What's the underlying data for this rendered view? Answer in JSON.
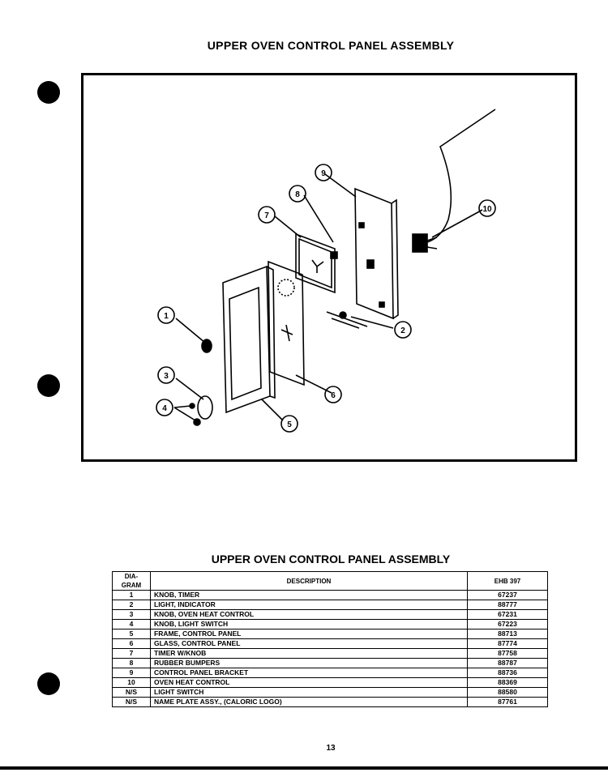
{
  "page": {
    "title": "UPPER OVEN CONTROL PANEL ASSEMBLY",
    "page_number": "13"
  },
  "diagram": {
    "callouts": [
      "1",
      "2",
      "3",
      "4",
      "5",
      "6",
      "7",
      "8",
      "9",
      "10"
    ]
  },
  "table": {
    "title": "UPPER OVEN CONTROL PANEL ASSEMBLY",
    "headers": {
      "diagram": "DIA-GRAM",
      "description": "DESCRIPTION",
      "part": "EHB 397"
    },
    "rows": [
      {
        "diagram": "1",
        "description": "KNOB, TIMER",
        "part": "67237"
      },
      {
        "diagram": "2",
        "description": "LIGHT, INDICATOR",
        "part": "88777"
      },
      {
        "diagram": "3",
        "description": "KNOB, OVEN HEAT CONTROL",
        "part": "67231"
      },
      {
        "diagram": "4",
        "description": "KNOB, LIGHT SWITCH",
        "part": "67223"
      },
      {
        "diagram": "5",
        "description": "FRAME, CONTROL PANEL",
        "part": "88713"
      },
      {
        "diagram": "6",
        "description": "GLASS, CONTROL PANEL",
        "part": "87774"
      },
      {
        "diagram": "7",
        "description": "TIMER W/KNOB",
        "part": "87758"
      },
      {
        "diagram": "8",
        "description": "RUBBER BUMPERS",
        "part": "88787"
      },
      {
        "diagram": "9",
        "description": "CONTROL PANEL BRACKET",
        "part": "88736"
      },
      {
        "diagram": "10",
        "description": "OVEN HEAT CONTROL",
        "part": "88369"
      },
      {
        "diagram": "N/S",
        "description": "LIGHT SWITCH",
        "part": "88580"
      },
      {
        "diagram": "N/S",
        "description": "NAME PLATE ASSY., (CALORIC LOGO)",
        "part": "87761"
      }
    ]
  }
}
